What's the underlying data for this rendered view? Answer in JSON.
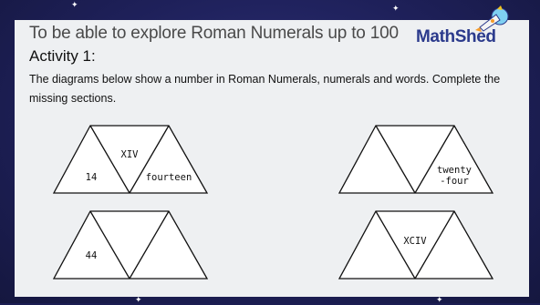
{
  "slide": {
    "title": "To be able to explore Roman Numerals up to 100",
    "activity": "Activity 1:",
    "instructions": "The diagrams below show a number in Roman Numerals, numerals and words. Complete the missing sections."
  },
  "logo": {
    "text": "MathShed",
    "icon": "rocket-icon"
  },
  "diagrams": [
    {
      "left": "14",
      "middle": "XIV",
      "right": "fourteen"
    },
    {
      "left": "",
      "middle": "",
      "right_line1": "twenty",
      "right_line2": "-four"
    },
    {
      "left": "44",
      "middle": "",
      "right": ""
    },
    {
      "left": "",
      "middle": "XCIV",
      "right": ""
    }
  ],
  "colors": {
    "background": "#1e2059",
    "slide": "#eef0f2",
    "logo": "#2b3a8c"
  }
}
